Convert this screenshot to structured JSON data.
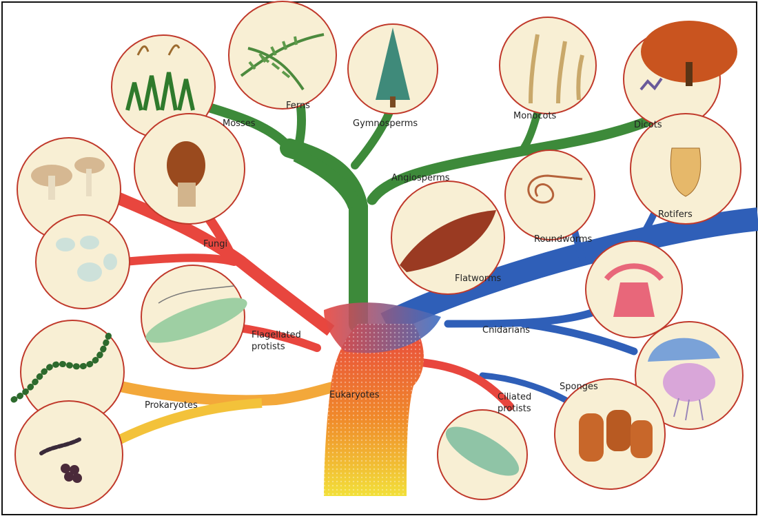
{
  "diagram": {
    "labels": {
      "mosses": "Mosses",
      "ferns": "Ferns",
      "gymnosperms": "Gymnosperms",
      "monocots": "Monocots",
      "dicots": "Dicots",
      "angiosperms": "Angiosperms",
      "rotifers": "Rotifers",
      "roundworms": "Roundworms",
      "flatworms": "Flatworms",
      "fungi": "Fungi",
      "flagellated_line1": "Flagellated",
      "flagellated_line2": "protists",
      "cnidarians": "Cnidarians",
      "sponges": "Sponges",
      "ciliated_line1": "Ciliated",
      "ciliated_line2": "protists",
      "eukaryotes": "Eukaryotes",
      "prokaryotes": "Prokaryotes"
    },
    "colors": {
      "plants": "#3d8a3a",
      "animals": "#2f5fb8",
      "fungi_protists": "#e8463e",
      "trunk_base": "#f3d233",
      "circle_fill": "#f8efd4",
      "circle_stroke": "#c0392b"
    }
  }
}
